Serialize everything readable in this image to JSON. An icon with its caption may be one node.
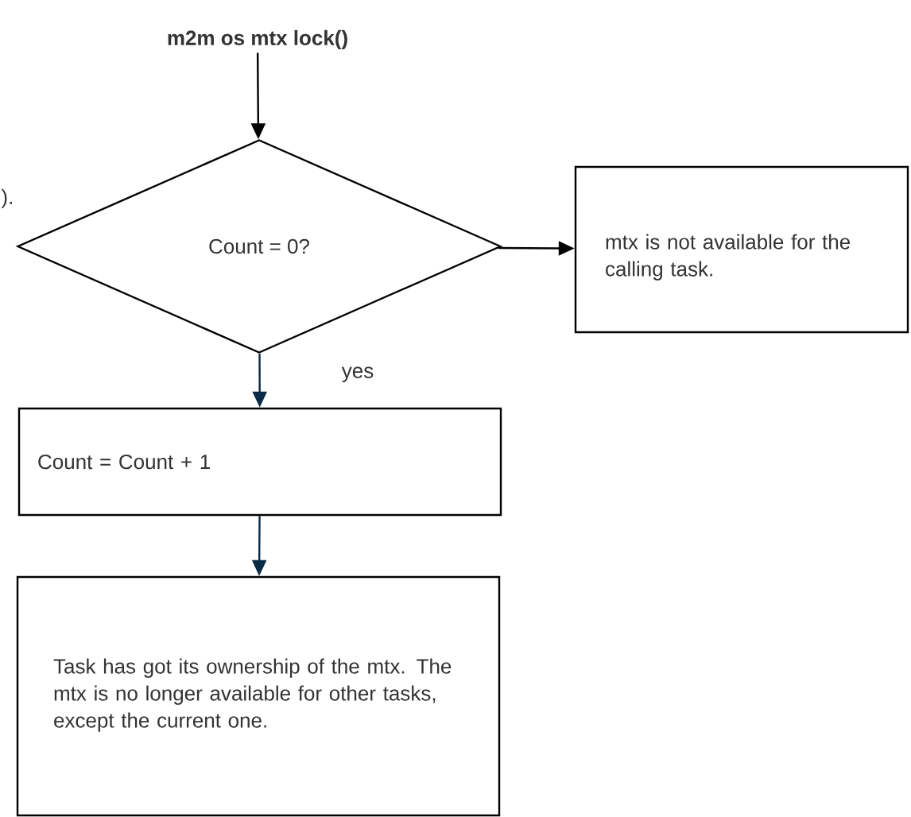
{
  "diagram": {
    "nodes": [
      {
        "text": [
          "m2m os mtx lock()"
        ]
      },
      {
        "text": [
          "Count = 0?"
        ]
      },
      {
        "text": [
          "mtx is not available for the calling task."
        ]
      },
      {
        "text": [
          "Count = Count + 1"
        ]
      },
      {
        "text": [
          "Task has got its ownership of the mtx. The mtx is no longer available for other tasks, except the current one."
        ]
      }
    ],
    "edges": [
      {
        "from": 0,
        "to": 1,
        "arrow": "to"
      },
      {
        "from": 1,
        "to": 2,
        "arrow": "to"
      },
      {
        "from": 1,
        "to": 3,
        "arrow": "to",
        "label": "yes",
        "color": "#0b2a45"
      },
      {
        "from": 3,
        "to": 4,
        "arrow": "to",
        "color": "#0b2a45"
      }
    ],
    "labels": [
      ")."
    ]
  }
}
